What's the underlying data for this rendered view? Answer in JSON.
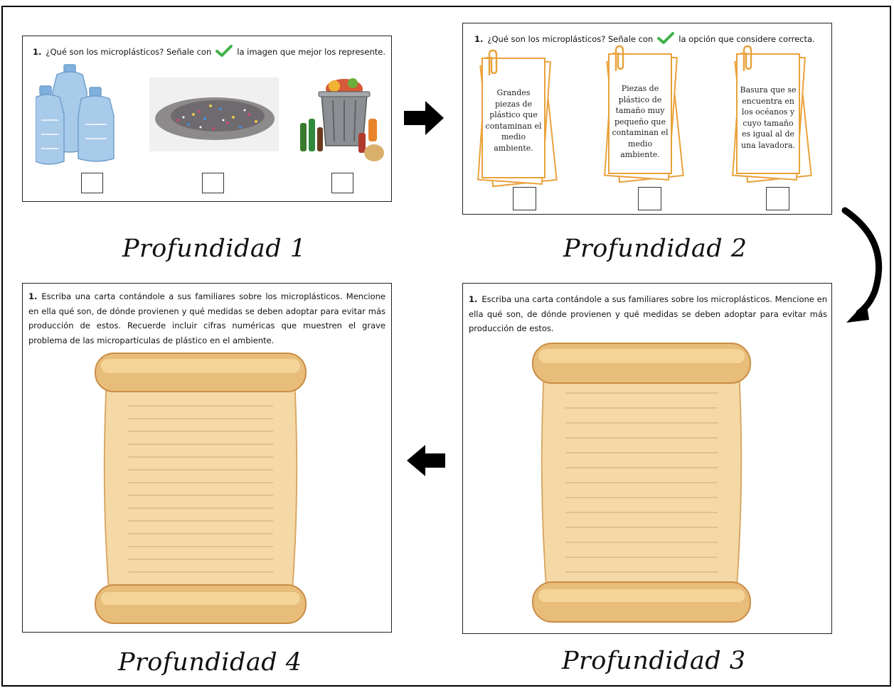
{
  "panel1": {
    "question_number": "1.",
    "question_before": "¿Qué son los microplásticos? Señale con",
    "question_after": "la imagen que mejor los represente.",
    "images": [
      "water-jugs",
      "plastic-particles",
      "trash-can"
    ]
  },
  "panel2": {
    "question_number": "1.",
    "question_before": "¿Qué son los microplásticos? Señale con",
    "question_after": "la opción que considere correcta.",
    "options": [
      "Grandes piezas de plástico que contaminan el medio ambiente.",
      "Piezas de plástico de tamaño muy pequeño que contaminan el medio ambiente.",
      "Basura que se encuentra en los océanos y cuyo tamaño es igual al de una lavadora."
    ]
  },
  "panel3": {
    "question_number": "1.",
    "question": "Escriba una carta contándole a sus familiares sobre los microplásticos. Mencione en ella qué son, de dónde provienen y qué medidas se deben adoptar para evitar más producción de estos."
  },
  "panel4": {
    "question_number": "1.",
    "question": "Escriba una carta contándole a sus familiares sobre los microplásticos. Mencione en ella qué son, de dónde provienen y qué medidas se deben adoptar para evitar más producción de estos. Recuerde incluir cifras numéricas que muestren el grave problema de las micropartículas de plástico en el ambiente."
  },
  "captions": {
    "p1": "Profundidad 1",
    "p2": "Profundidad 2",
    "p3": "Profundidad 3",
    "p4": "Profundidad 4"
  },
  "colors": {
    "check": "#3fb24a",
    "card_border": "#e9a13a",
    "parchment": "#f4d9a6",
    "parchment_dark": "#d8a866",
    "jug": "#8ab6df"
  }
}
